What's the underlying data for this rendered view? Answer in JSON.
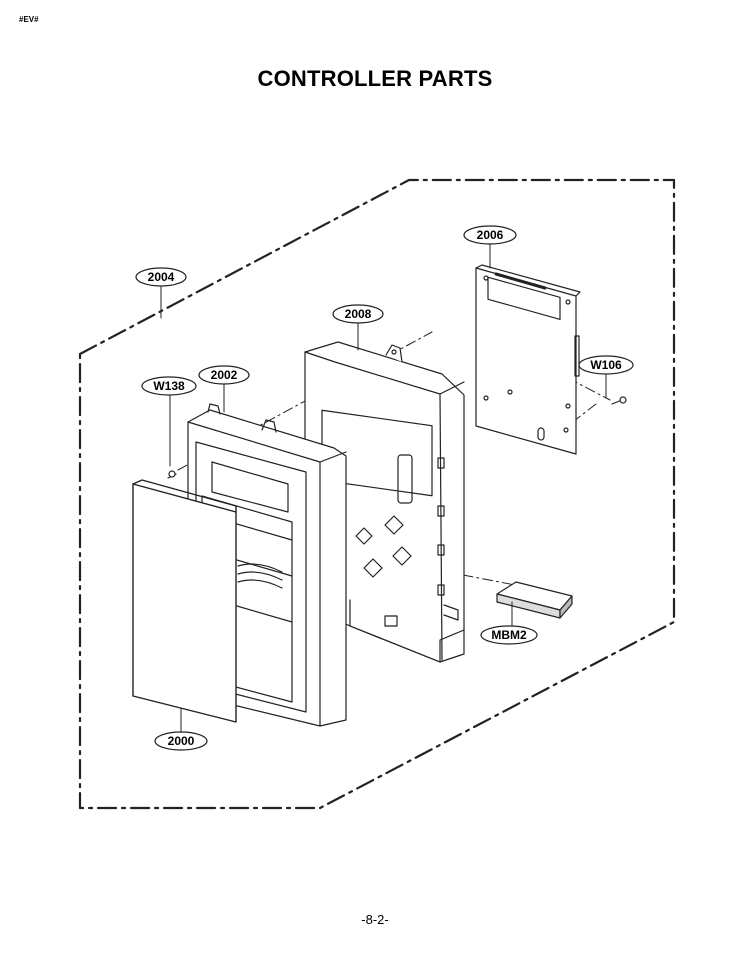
{
  "header": {
    "code": "#EV#"
  },
  "title": "CONTROLLER PARTS",
  "page_number": "-8-2-",
  "callouts": {
    "2000": "2000",
    "2002": "2002",
    "2004": "2004",
    "2006": "2006",
    "2008": "2008",
    "W138": "W138",
    "W106": "W106",
    "MBM2": "MBM2"
  }
}
